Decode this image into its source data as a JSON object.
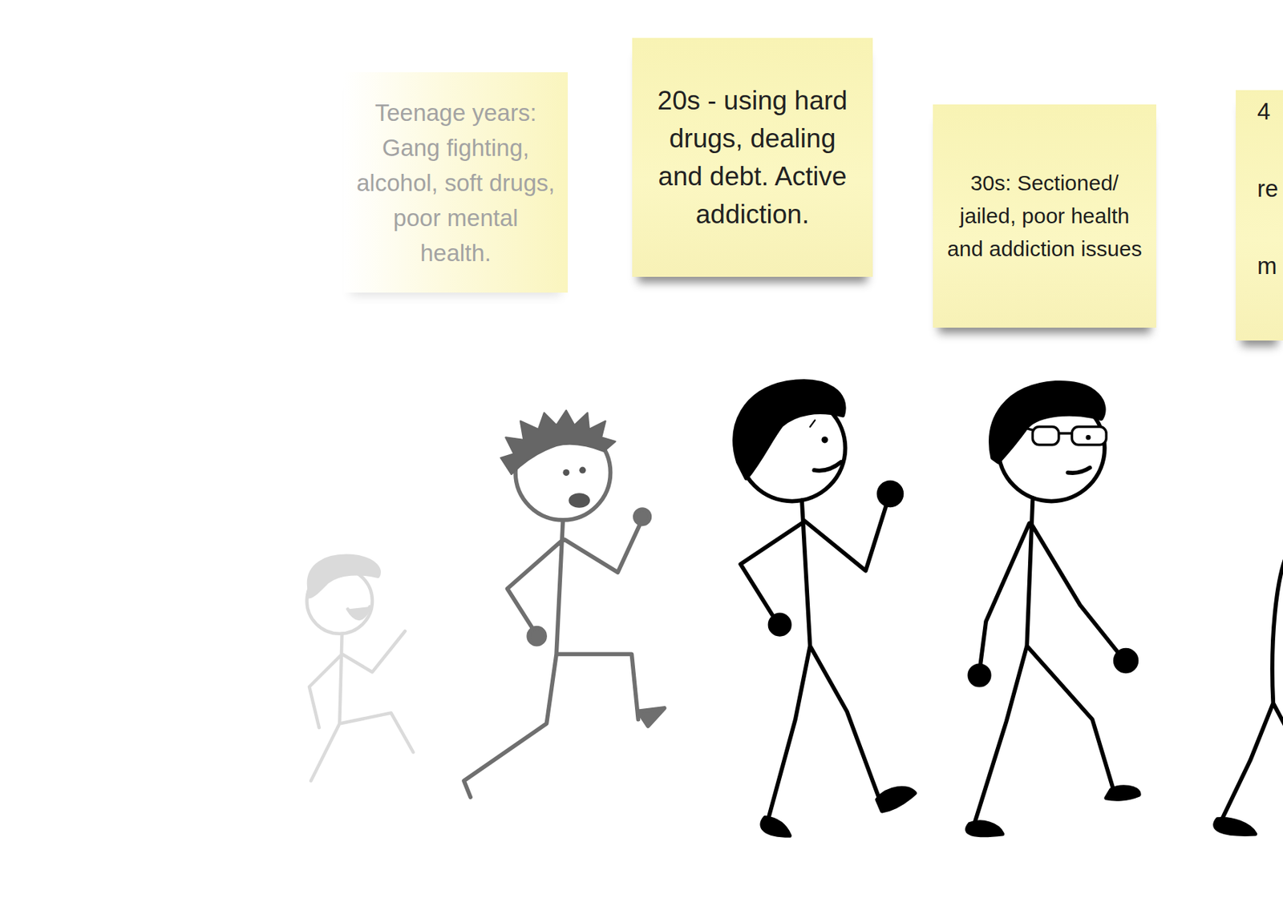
{
  "diagram": {
    "nodes": [
      {
        "text": [
          "Teenage years: Gang fighting, alcohol, soft drugs, poor mental health."
        ]
      },
      {
        "text": [
          "20s - using hard drugs, dealing and debt. Active addiction."
        ]
      },
      {
        "text": [
          "30s: Sectioned/ jailed, poor health and addiction issues"
        ]
      },
      {
        "text": [
          "4 re m"
        ]
      }
    ]
  }
}
